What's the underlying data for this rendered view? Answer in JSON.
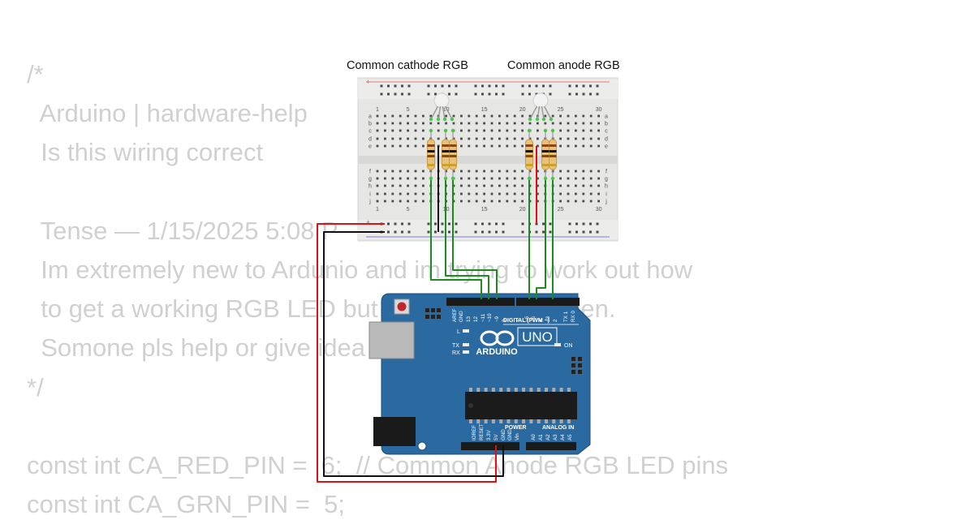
{
  "comment_lines": [
    "/*",
    "  Arduino | hardware-help",
    "  Is this wiring correct",
    "",
    "  Tense — 1/15/2025 5:08 P",
    "  Im extremely new to Ardunio and im trying to work out how",
    "  to get a working RGB LED but it only flashes green.",
    "  Somone pls help or give idea",
    "*/",
    "",
    "const int CA_RED_PIN =  6;  // Common Anode RGB LED pins",
    "const int CA_GRN_PIN =  5;"
  ],
  "labels": {
    "common_cathode": "Common cathode RGB",
    "common_anode": "Common anode RGB"
  },
  "breadboard": {
    "column_numbers_top": [
      "1",
      "5",
      "10",
      "15",
      "20",
      "25",
      "30"
    ],
    "column_numbers_bottom": [
      "1",
      "5",
      "10",
      "15",
      "20",
      "25",
      "30"
    ],
    "row_letters_top": [
      "a",
      "b",
      "c",
      "d",
      "e"
    ],
    "row_letters_bottom": [
      "f",
      "g",
      "h",
      "i",
      "j"
    ],
    "rail_plus": "+",
    "rail_minus": "-"
  },
  "arduino": {
    "brand": "ARDUINO",
    "model": "UNO",
    "digital_header": "DIGITAL (PWM ~)",
    "digital_pins": [
      "AREF",
      "GND",
      "13",
      "12",
      "~11",
      "~10",
      "~9",
      "8",
      "7",
      "~6",
      "~5",
      "4",
      "~3",
      "2",
      "TX 1",
      "RX 0"
    ],
    "power_header": "POWER",
    "analog_header": "ANALOG IN",
    "power_pins": [
      "IOREF",
      "RESET",
      "3.3V",
      "5V",
      "GND",
      "GND",
      "Vin"
    ],
    "analog_pins": [
      "A0",
      "A1",
      "A2",
      "A3",
      "A4",
      "A5"
    ],
    "led_l": "L",
    "led_tx": "TX",
    "led_rx": "RX",
    "led_on": "ON"
  },
  "colors": {
    "board_blue": "#2b6aa0",
    "wire_green": "#1d8a1d",
    "wire_red": "#e01010",
    "wire_black": "#111111",
    "background_text": "#d0d0d0"
  }
}
